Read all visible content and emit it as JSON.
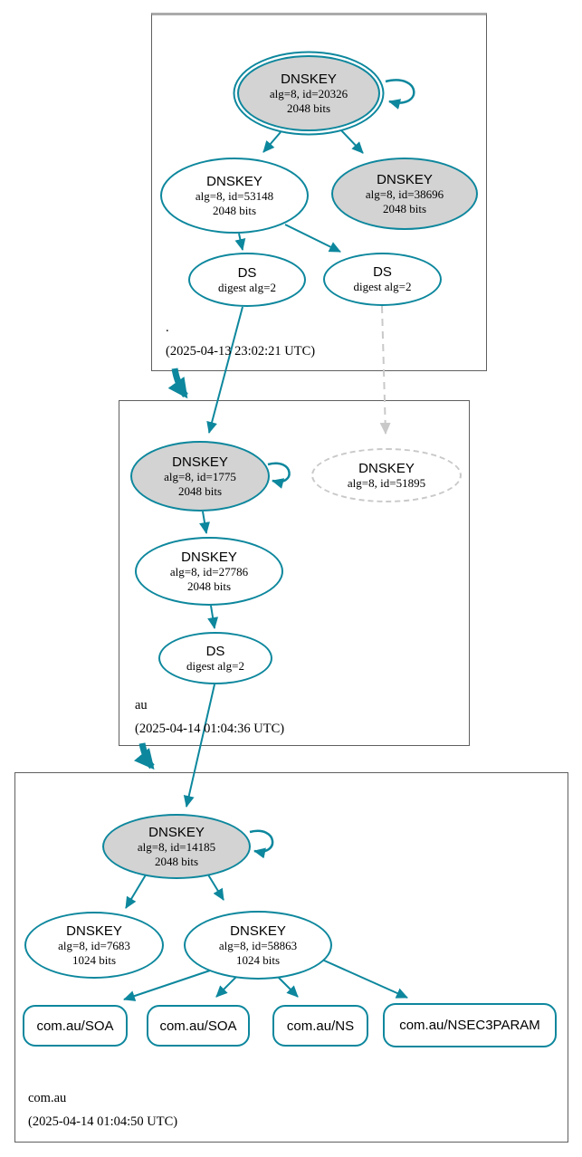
{
  "colors": {
    "accent": "#0d879d",
    "sep_key_fill": "#d3d3d3",
    "insecure_gray": "#c9c9c9",
    "zone_box_border": "#5f5f5f"
  },
  "zones": [
    {
      "name": ".",
      "timestamp": "(2025-04-13 23:02:21 UTC)",
      "nodes": {
        "ksk": {
          "title": "DNSKEY",
          "alg": "alg=8, id=20326",
          "bits": "2048 bits"
        },
        "zsk": {
          "title": "DNSKEY",
          "alg": "alg=8, id=53148",
          "bits": "2048 bits"
        },
        "key3": {
          "title": "DNSKEY",
          "alg": "alg=8, id=38696",
          "bits": "2048 bits"
        },
        "ds1": {
          "title": "DS",
          "alg": "digest alg=2"
        },
        "ds2": {
          "title": "DS",
          "alg": "digest alg=2"
        }
      }
    },
    {
      "name": "au",
      "timestamp": "(2025-04-14 01:04:36 UTC)",
      "nodes": {
        "ksk": {
          "title": "DNSKEY",
          "alg": "alg=8, id=1775",
          "bits": "2048 bits"
        },
        "insecure": {
          "title": "DNSKEY",
          "alg": "alg=8, id=51895"
        },
        "zsk": {
          "title": "DNSKEY",
          "alg": "alg=8, id=27786",
          "bits": "2048 bits"
        },
        "ds": {
          "title": "DS",
          "alg": "digest alg=2"
        }
      }
    },
    {
      "name": "com.au",
      "timestamp": "(2025-04-14 01:04:50 UTC)",
      "nodes": {
        "ksk": {
          "title": "DNSKEY",
          "alg": "alg=8, id=14185",
          "bits": "2048 bits"
        },
        "zsk1": {
          "title": "DNSKEY",
          "alg": "alg=8, id=7683",
          "bits": "1024 bits"
        },
        "zsk2": {
          "title": "DNSKEY",
          "alg": "alg=8, id=58863",
          "bits": "1024 bits"
        },
        "rrsets": [
          "com.au/SOA",
          "com.au/SOA",
          "com.au/NS",
          "com.au/NSEC3PARAM"
        ]
      }
    }
  ]
}
